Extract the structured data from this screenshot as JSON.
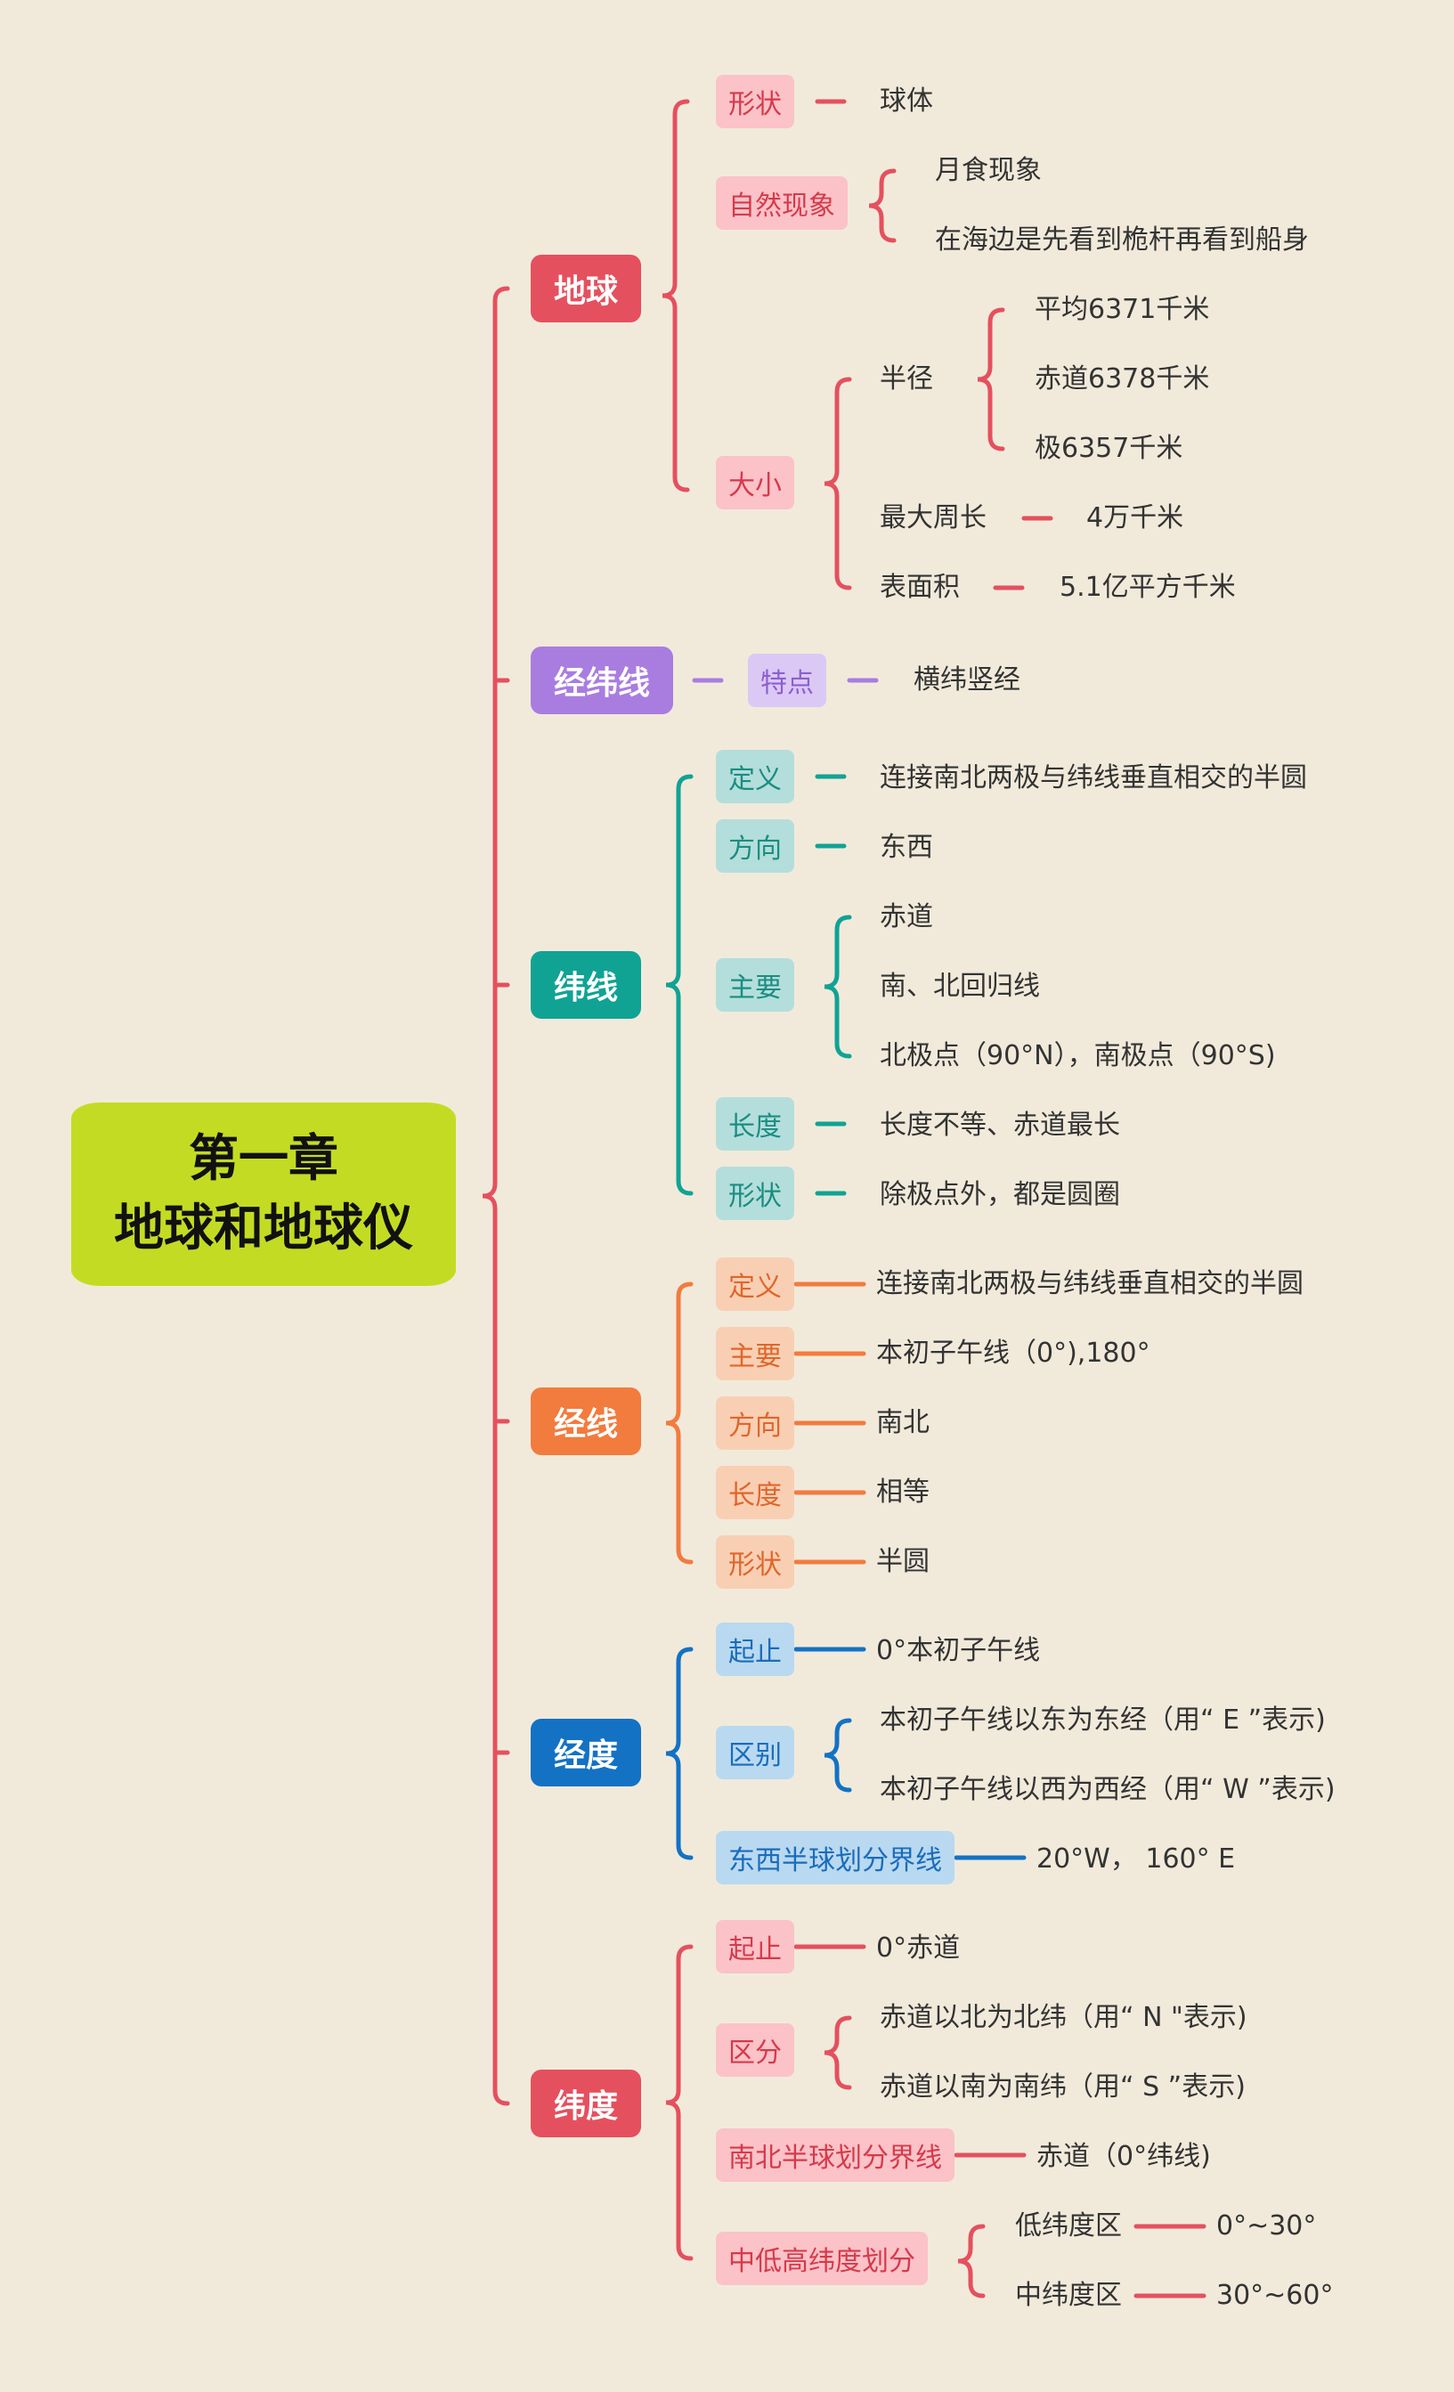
{
  "root": {
    "line1": "第一章",
    "line2": "地球和地球仪",
    "color": "#c3dc23"
  },
  "branches": [
    {
      "id": "earth",
      "label": "地球",
      "color": "#e5505e",
      "box": "#fbc2c8",
      "boxText": "#d63a4a",
      "items": [
        {
          "label": "形状",
          "children": [
            "球体"
          ]
        },
        {
          "label": "自然现象",
          "children": [
            "月食现象",
            "在海边是先看到桅杆再看到船身"
          ]
        },
        {
          "label": "大小",
          "children": [
            {
              "label": "半径",
              "children": [
                "平均6371千米",
                "赤道6378千米",
                "极6357千米"
              ]
            },
            {
              "label": "最大周长",
              "children": [
                "4万千米"
              ]
            },
            {
              "label": "表面积",
              "children": [
                "5.1亿平方千米"
              ]
            }
          ]
        }
      ]
    },
    {
      "id": "meridian-parallel",
      "label": "经纬线",
      "color": "#a97de0",
      "box": "#dcc8f5",
      "boxText": "#8c5fd0",
      "items": [
        {
          "label": "特点",
          "children": [
            "横纬竖经"
          ]
        }
      ]
    },
    {
      "id": "parallel",
      "label": "纬线",
      "color": "#10a394",
      "box": "#b4dedb",
      "boxText": "#1a8d82",
      "items": [
        {
          "label": "定义",
          "children": [
            "连接南北两极与纬线垂直相交的半圆"
          ]
        },
        {
          "label": "方向",
          "children": [
            "东西"
          ]
        },
        {
          "label": "主要",
          "children": [
            "赤道",
            "南、北回归线",
            "北极点（90°N），南极点（90°S)"
          ]
        },
        {
          "label": "长度",
          "children": [
            "长度不等、赤道最长"
          ]
        },
        {
          "label": "形状",
          "children": [
            "除极点外，都是圆圈"
          ]
        }
      ]
    },
    {
      "id": "meridian",
      "label": "经线",
      "color": "#f27b3e",
      "box": "#f9cfb4",
      "boxText": "#e0662a",
      "items": [
        {
          "label": "定义",
          "children": [
            "连接南北两极与纬线垂直相交的半圆"
          ]
        },
        {
          "label": "主要",
          "children": [
            "本初子午线（0°),180°"
          ]
        },
        {
          "label": "方向",
          "children": [
            "南北"
          ]
        },
        {
          "label": "长度",
          "children": [
            "相等"
          ]
        },
        {
          "label": "形状",
          "children": [
            "半圆"
          ]
        }
      ]
    },
    {
      "id": "longitude",
      "label": "经度",
      "color": "#1372c4",
      "box": "#b9d9f0",
      "boxText": "#1a6cbb",
      "items": [
        {
          "label": "起止",
          "children": [
            "0°本初子午线"
          ]
        },
        {
          "label": "区别",
          "children": [
            "本初子午线以东为东经（用“ E ”表示)",
            "本初子午线以西为西经（用“ W ”表示)"
          ]
        },
        {
          "label": "东西半球划分界线",
          "children": [
            "20°W， 160° E"
          ]
        }
      ]
    },
    {
      "id": "latitude",
      "label": "纬度",
      "color": "#e5505e",
      "box": "#fbc2c8",
      "boxText": "#d63a4a",
      "items": [
        {
          "label": "起止",
          "children": [
            "0°赤道"
          ]
        },
        {
          "label": "区分",
          "children": [
            "赤道以北为北纬（用“ N \"表示)",
            "赤道以南为南纬（用“ S ”表示)"
          ]
        },
        {
          "label": "南北半球划分界线",
          "children": [
            "赤道（0°纬线)"
          ]
        },
        {
          "label": "中低高纬度划分",
          "children": [
            {
              "label": "低纬度区",
              "children": [
                "0°~30°"
              ]
            },
            {
              "label": "中纬度区",
              "children": [
                "30°~60°"
              ]
            }
          ]
        }
      ]
    }
  ]
}
